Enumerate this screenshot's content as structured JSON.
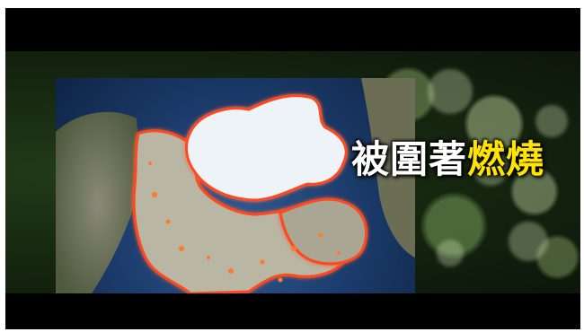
{
  "caption": {
    "white_part": "被圍著",
    "highlight_part": "燃燒"
  },
  "colors": {
    "caption_white": "#ffffff",
    "caption_highlight": "#ffe400",
    "outline_glow": "#ff4a1c",
    "fire_spots": "#ff7a2a",
    "ice": "#eef3f8",
    "ocean": "#1c3d6d"
  },
  "scene": {
    "subject": "arctic-globe-with-burning-boundary",
    "background": "blurred-green-forest"
  }
}
